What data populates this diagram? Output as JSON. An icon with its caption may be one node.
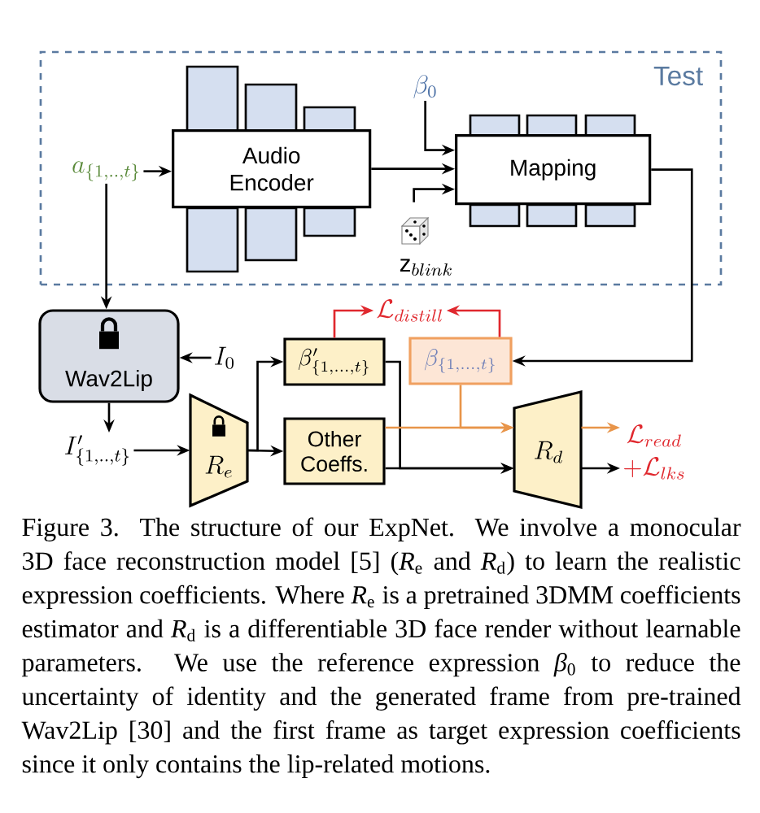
{
  "diagram": {
    "caption": "Figure 3. The structure of our ExpNet. We involve a monocular 3D face reconstruction model [5] (*R*$_{e}$ and *R*$_{d}$) to learn the realistic expression coefficients. Where *R*$_{e}$ is a pretrained 3DMM coefficients estimator and *R*$_{d}$ is a differentiable 3D face render without learnable parameters. We use the reference expression *β*$_{0}$ to reduce the uncertainty of identity and the generated frame from pre-trained Wav2Lip [30] and the first frame as target expression coefficients since it only contains the lip-related motions.",
    "nodes": [
      {
        "text": [
          "Test"
        ]
      },
      {
        "text": [
          "a_{\\{1,..,t\\}}"
        ],
        "in": 0
      },
      {
        "text": [
          "Audio Encoder"
        ],
        "in": 0
      },
      {
        "text": [
          "Mapping"
        ],
        "in": 0
      },
      {
        "text": [
          "\\beta_0"
        ],
        "in": 0
      },
      {
        "text": [
          "\\mathrm{z}_{blink}"
        ],
        "in": 0
      },
      {
        "text": [
          "Wav2Lip"
        ]
      },
      {
        "text": [
          "I_0"
        ]
      },
      {
        "text": [
          "I'_{\\{1,..,t\\}}"
        ]
      },
      {
        "text": [
          "R_e"
        ]
      },
      {
        "text": [
          "\\beta'_{\\{1,...,t\\}}"
        ]
      },
      {
        "text": [
          "\\beta_{\\{1,...,t\\}}"
        ]
      },
      {
        "text": [
          "Other Coeffs."
        ]
      },
      {
        "text": [
          "R_d"
        ]
      },
      {
        "text": [
          "\\mathcal{L}_{distill}"
        ]
      },
      {
        "text": [
          "\\mathcal{L}_{read}",
          "+\\mathcal{L}_{lks}"
        ]
      }
    ],
    "edges": [
      {
        "from": 1,
        "to": 2,
        "arrow": "to"
      },
      {
        "from": 2,
        "to": 3,
        "arrow": "to"
      },
      {
        "from": 4,
        "to": 3,
        "arrow": "to"
      },
      {
        "from": 5,
        "to": 3,
        "arrow": "to"
      },
      {
        "from": 3,
        "to": 11,
        "arrow": "to"
      },
      {
        "from": 1,
        "to": 6,
        "arrow": "to"
      },
      {
        "from": 7,
        "to": 6,
        "arrow": "to"
      },
      {
        "from": 6,
        "to": 8,
        "arrow": "to"
      },
      {
        "from": 8,
        "to": 9,
        "arrow": "to"
      },
      {
        "from": 9,
        "to": 10,
        "arrow": "to"
      },
      {
        "from": 9,
        "to": 12,
        "arrow": "to"
      },
      {
        "from": 10,
        "to": 13,
        "arrow": "to"
      },
      {
        "from": 12,
        "to": 13,
        "arrow": "to"
      },
      {
        "from": 12,
        "to": 13,
        "arrow": "to",
        "color": "#e8954a"
      },
      {
        "from": 11,
        "to": 13,
        "arrow": "to",
        "color": "#e8954a"
      },
      {
        "from": 10,
        "to": 14,
        "arrow": "to",
        "color": "#e0282e"
      },
      {
        "from": 11,
        "to": 14,
        "arrow": "to",
        "color": "#e0282e"
      },
      {
        "from": 13,
        "to": 15,
        "arrow": "to",
        "color": "#e8954a"
      },
      {
        "from": 13,
        "to": 15,
        "arrow": "to"
      }
    ]
  }
}
